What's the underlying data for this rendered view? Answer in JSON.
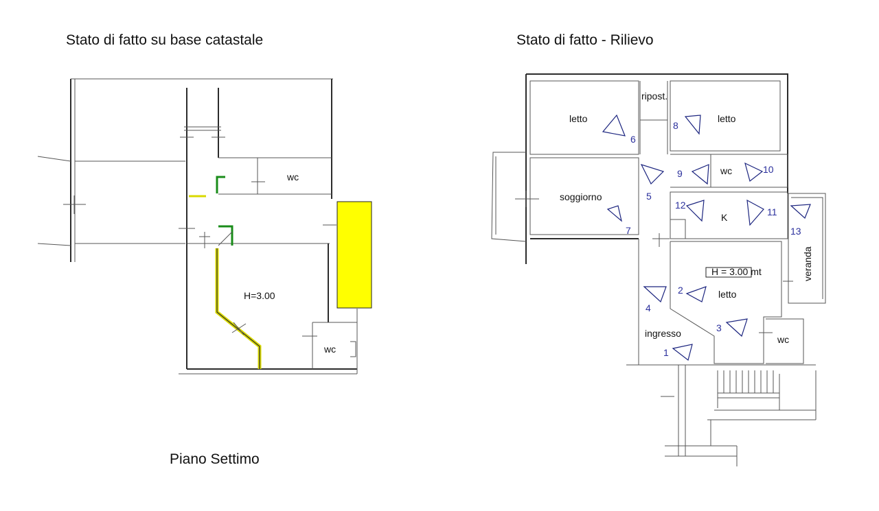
{
  "titles": {
    "left": "Stato di fatto su base catastale",
    "right": "Stato di fatto - Rilievo",
    "floor": "Piano Settimo"
  },
  "left_plan": {
    "wc": "wc",
    "height": "H=3.00",
    "wc2": "wc"
  },
  "right_plan": {
    "rooms": {
      "letto_1": "letto",
      "ripost": "ripost.",
      "letto_2": "letto",
      "wc_1": "wc",
      "soggiorno": "soggiorno",
      "k": "K",
      "veranda": "veranda",
      "letto_3": "letto",
      "ingresso": "ingresso",
      "wc_2": "wc",
      "height_tag": "H = 3.00 mt"
    },
    "numbers": [
      "1",
      "2",
      "3",
      "4",
      "5",
      "6",
      "7",
      "8",
      "9",
      "10",
      "11",
      "12",
      "13"
    ]
  },
  "colors": {
    "wall": "#2b2b2b",
    "door_marks": "#2a2f9c",
    "highlight_yellow": "#ffff00",
    "highlight_green": "#1a8c1a"
  }
}
